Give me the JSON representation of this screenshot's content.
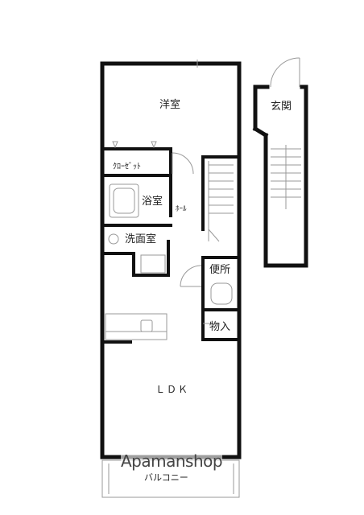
{
  "rooms": {
    "bedroom": "洋室",
    "closet": "ｸﾛｰｾﾞｯﾄ",
    "bath": "浴室",
    "hall": "ﾎｰﾙ",
    "washroom": "洗面室",
    "toilet": "便所",
    "storage": "物入",
    "ldk": "ＬＤＫ",
    "balcony": "バルコニー",
    "entrance": "玄関"
  },
  "watermark": "Apamanshop",
  "colors": {
    "wall": "#111111",
    "fixture": "#999999",
    "text": "#222222"
  }
}
